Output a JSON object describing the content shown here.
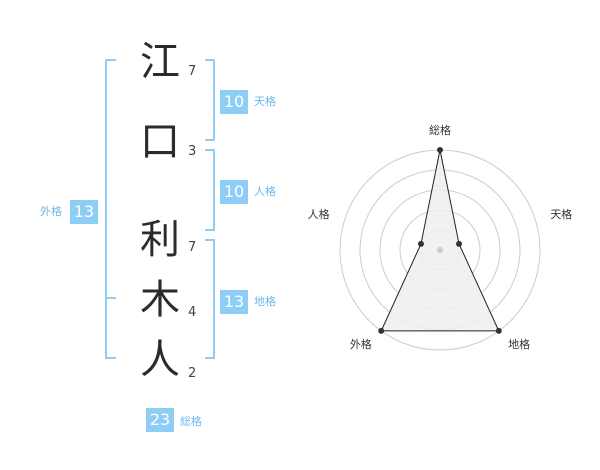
{
  "name_chars": [
    {
      "char": "江",
      "strokes": "7"
    },
    {
      "char": "口",
      "strokes": "3"
    },
    {
      "char": "利",
      "strokes": "7"
    },
    {
      "char": "木",
      "strokes": "4"
    },
    {
      "char": "人",
      "strokes": "2"
    }
  ],
  "kakusu": {
    "tenkaku": {
      "value": "10",
      "label": "天格"
    },
    "jinkaku": {
      "value": "10",
      "label": "人格"
    },
    "chikaku": {
      "value": "13",
      "label": "地格"
    },
    "gaikaku": {
      "value": "13",
      "label": "外格"
    },
    "soukaku": {
      "value": "23",
      "label": "総格"
    }
  },
  "chart_data": {
    "type": "radar",
    "axes": [
      "総格",
      "天格",
      "地格",
      "外格",
      "人格"
    ],
    "values": [
      5,
      1,
      5,
      5,
      1
    ],
    "range": [
      0,
      5
    ],
    "rings": 5,
    "colors": {
      "bracket": "#8dcdf6",
      "badge": "#8dcdf6",
      "fill": "#efefef",
      "line": "#222222",
      "grid": "#cccccc"
    }
  }
}
